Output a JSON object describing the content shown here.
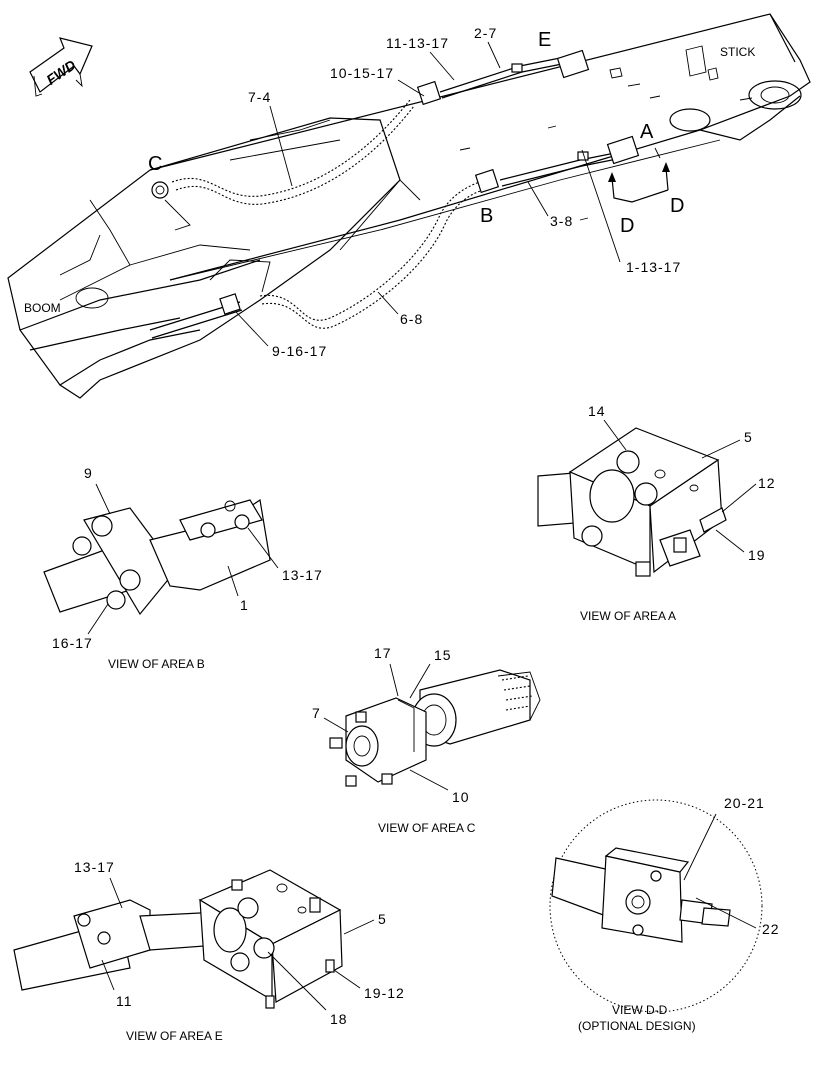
{
  "main_view": {
    "fwd": "FWD",
    "stick": "STICK",
    "boom": "BOOM",
    "letters": {
      "a": "A",
      "b": "B",
      "c": "C",
      "d1": "D",
      "d2": "D",
      "e": "E"
    },
    "callouts": {
      "c_11_13_17": "11-13-17",
      "c_2_7": "2-7",
      "c_10_15_17": "10-15-17",
      "c_7_4": "7-4",
      "c_3_8": "3-8",
      "c_1_13_17": "1-13-17",
      "c_6_8": "6-8",
      "c_9_16_17": "9-16-17"
    }
  },
  "area_a": {
    "caption": "VIEW OF AREA A",
    "labels": {
      "n14": "14",
      "n5": "5",
      "n12": "12",
      "n19": "19"
    }
  },
  "area_b": {
    "caption": "VIEW OF AREA B",
    "labels": {
      "n9": "9",
      "n13_17": "13-17",
      "n1": "1",
      "n16_17": "16-17"
    }
  },
  "area_c": {
    "caption": "VIEW OF AREA C",
    "labels": {
      "n17": "17",
      "n15": "15",
      "n7": "7",
      "n10": "10"
    }
  },
  "area_e": {
    "caption": "VIEW OF AREA E",
    "labels": {
      "n13_17": "13-17",
      "n5": "5",
      "n11": "11",
      "n19_12": "19-12",
      "n18": "18"
    }
  },
  "view_dd": {
    "caption_line1": "VIEW D-D",
    "caption_line2": "(OPTIONAL DESIGN)",
    "labels": {
      "n20_21": "20-21",
      "n22": "22"
    }
  }
}
